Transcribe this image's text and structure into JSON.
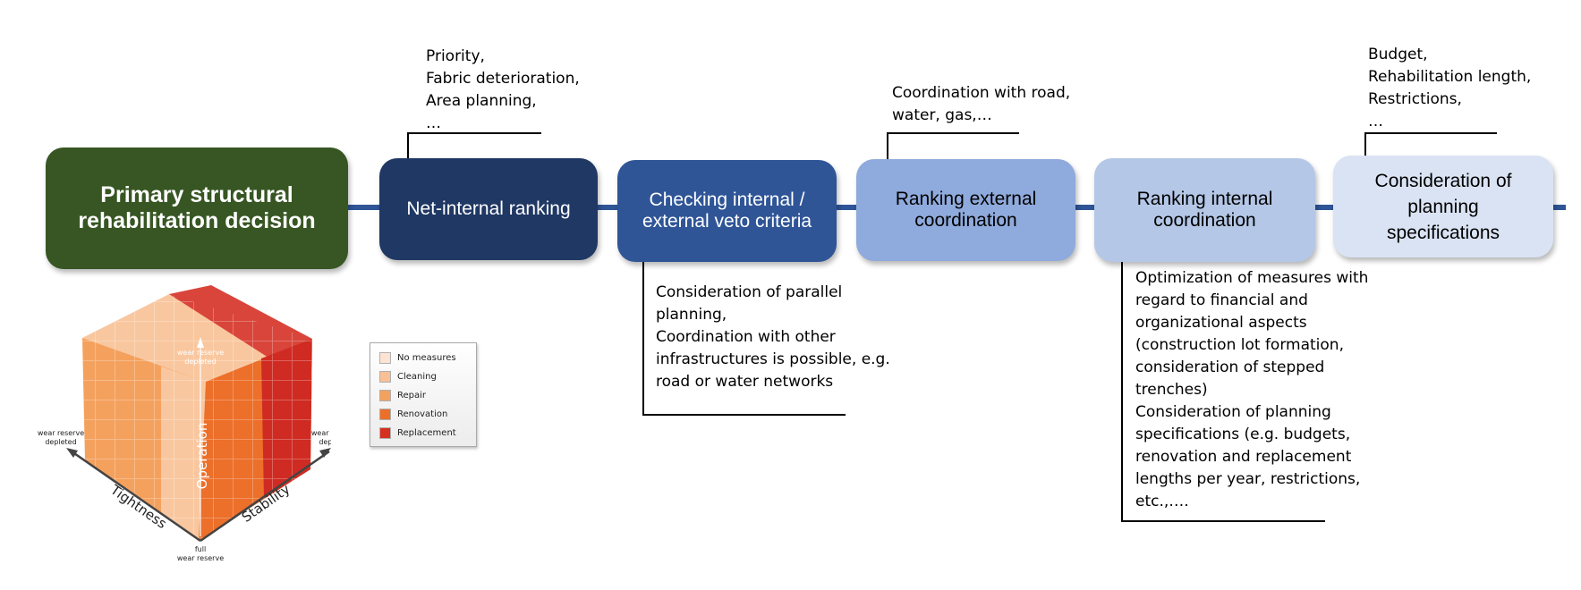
{
  "steps": [
    {
      "label": "Primary structural\nrehabilitation decision",
      "bg": "#375623",
      "fg": "#ffffff"
    },
    {
      "label": "Net-internal ranking",
      "bg": "#203864",
      "fg": "#ffffff"
    },
    {
      "label": "Checking internal /\nexternal veto criteria",
      "bg": "#2f5597",
      "fg": "#ffffff"
    },
    {
      "label": "Ranking external\ncoordination",
      "bg": "#8faadc",
      "fg": "#000000"
    },
    {
      "label": "Ranking internal\ncoordination",
      "bg": "#b4c7e7",
      "fg": "#000000"
    },
    {
      "label": "Consideration of\nplanning\nspecifications",
      "bg": "#dae3f3",
      "fg": "#000000"
    }
  ],
  "notes": {
    "ranking": "Priority,\nFabric deterioration,\nArea planning,\n…",
    "external_coord": "Coordination with road,\nwater, gas,…",
    "planning": "Budget,\nRehabilitation length,\nRestrictions,\n…",
    "veto": "Consideration of parallel\nplanning,\nCoordination with other\ninfrastructures is possible, e.g.\nroad or water networks",
    "internal_coord": "Optimization of measures with\nregard to financial and\norganizational aspects\n(construction lot formation,\nconsideration of stepped\ntrenches)\nConsideration of planning\nspecifications (e.g. budgets,\nrenovation and replacement\nlengths per year, restrictions,\netc.,…."
  },
  "legend": [
    {
      "label": "No measures",
      "color": "#fde3d3"
    },
    {
      "label": "Cleaning",
      "color": "#f9bf95"
    },
    {
      "label": "Repair",
      "color": "#f4a15e"
    },
    {
      "label": "Renovation",
      "color": "#ec6f2a"
    },
    {
      "label": "Replacement",
      "color": "#d63020"
    }
  ],
  "cube": {
    "top_label_line1": "wear reserve",
    "top_label_line2": "depleted",
    "left_label_line1": "wear reserve",
    "left_label_line2": "depleted",
    "right_label_line1": "wear reserve",
    "right_label_line2": "depleted",
    "bottom_label_line1": "full",
    "bottom_label_line2": "wear reserve",
    "axis_operation": "Operation",
    "axis_tightness": "Tightness",
    "axis_stability": "Stability"
  }
}
